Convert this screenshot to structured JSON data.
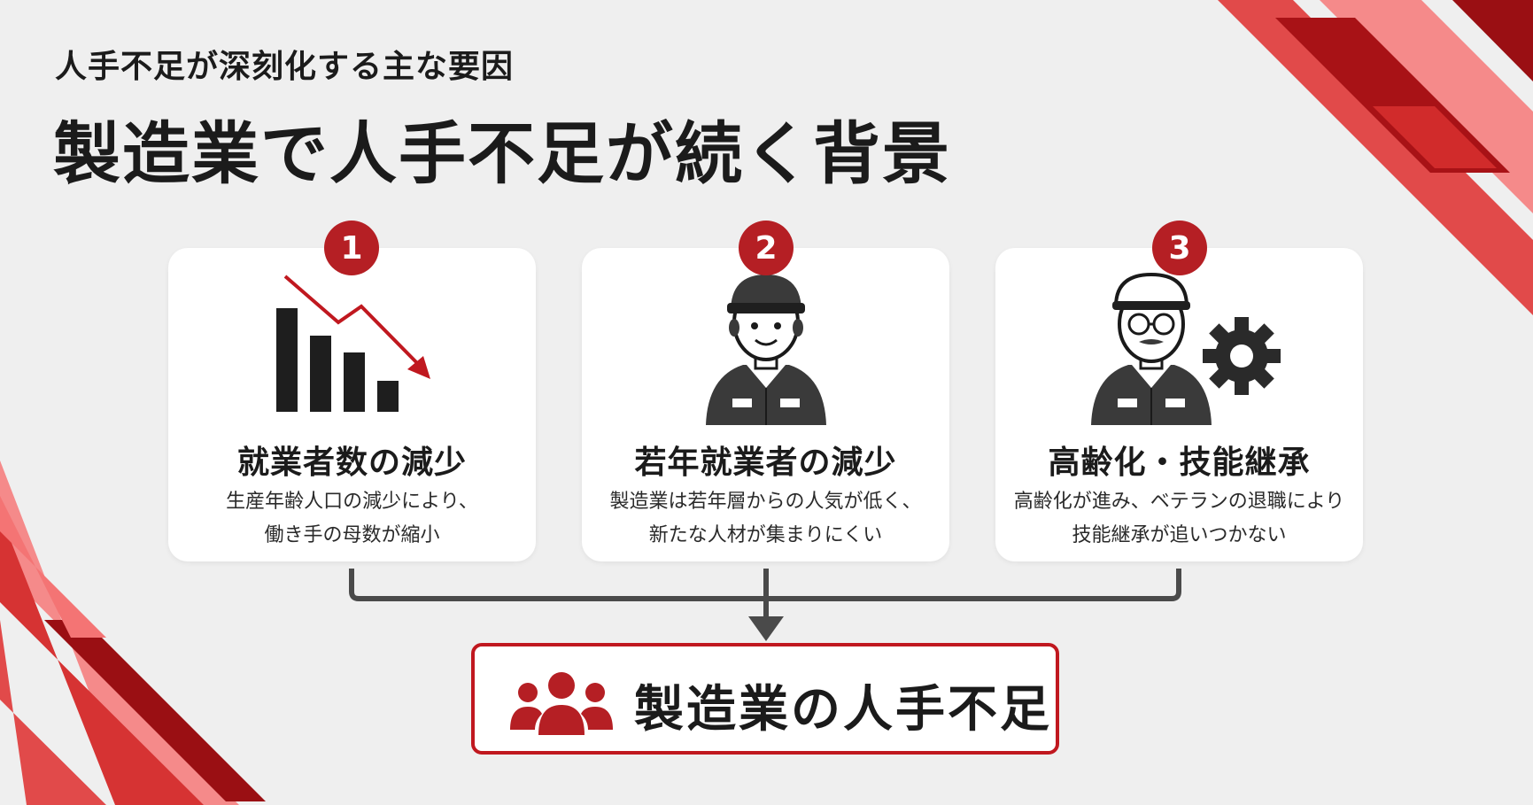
{
  "header": {
    "subtitle": "人手不足が深刻化する主な要因",
    "title": "製造業で人手不足が続く背景"
  },
  "factors": [
    {
      "number": "1",
      "icon": "declining-bar-chart-icon",
      "title": "就業者数の減少",
      "description": [
        "生産年齢人口の減少により、",
        "働き手の母数が縮小"
      ]
    },
    {
      "number": "2",
      "icon": "young-worker-icon",
      "title": "若年就業者の減少",
      "description": [
        "製造業は若年層からの人気が低く、",
        "新たな人材が集まりにくい"
      ]
    },
    {
      "number": "3",
      "icon": "senior-worker-gear-icon",
      "title": "高齢化・技能継承",
      "description": [
        "高齢化が進み、ベテランの退職により",
        "技能継承が追いつかない"
      ]
    }
  ],
  "result": {
    "icon": "group-people-icon",
    "label": "製造業の人手不足"
  },
  "colors": {
    "accent": "#b51f24",
    "accent_light": "#f07c7c",
    "dark_red": "#8e0d10",
    "background": "#efefef",
    "text": "#1b1b1b"
  }
}
